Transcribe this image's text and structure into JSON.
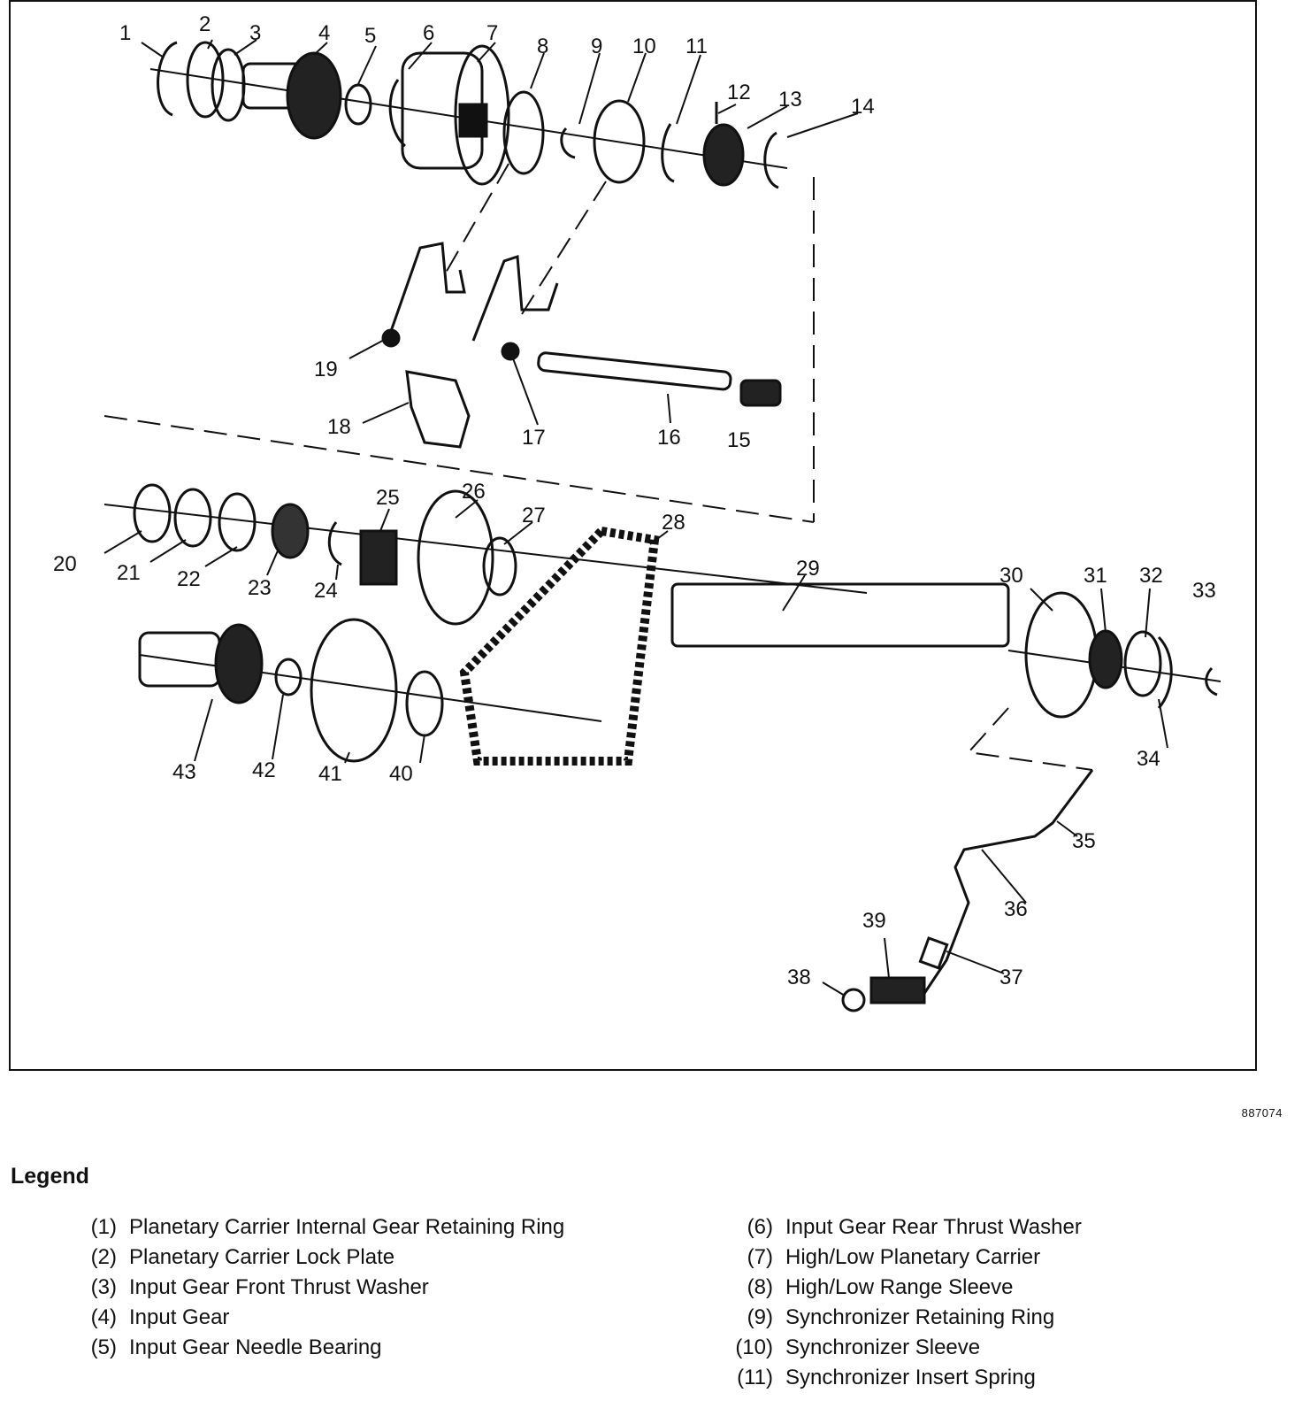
{
  "figure": {
    "id": "887074",
    "callouts": [
      "1",
      "2",
      "3",
      "4",
      "5",
      "6",
      "7",
      "8",
      "9",
      "10",
      "11",
      "12",
      "13",
      "14",
      "15",
      "16",
      "17",
      "18",
      "19",
      "20",
      "21",
      "22",
      "23",
      "24",
      "25",
      "26",
      "27",
      "28",
      "29",
      "30",
      "31",
      "32",
      "33",
      "34",
      "35",
      "36",
      "37",
      "38",
      "39",
      "40",
      "41",
      "42",
      "43"
    ]
  },
  "legend": {
    "title": "Legend",
    "left": [
      {
        "num": "(1)",
        "text": "Planetary Carrier Internal Gear Retaining Ring"
      },
      {
        "num": "(2)",
        "text": "Planetary Carrier Lock Plate"
      },
      {
        "num": "(3)",
        "text": "Input Gear Front Thrust Washer"
      },
      {
        "num": "(4)",
        "text": "Input Gear"
      },
      {
        "num": "(5)",
        "text": "Input Gear Needle Bearing"
      }
    ],
    "right": [
      {
        "num": "(6)",
        "text": "Input Gear Rear Thrust Washer"
      },
      {
        "num": "(7)",
        "text": "High/Low Planetary Carrier"
      },
      {
        "num": "(8)",
        "text": "High/Low Range Sleeve"
      },
      {
        "num": "(9)",
        "text": "Synchronizer Retaining Ring"
      },
      {
        "num": "(10)",
        "text": "Synchronizer Sleeve"
      },
      {
        "num": "(11)",
        "text": "Synchronizer Insert Spring"
      }
    ]
  }
}
